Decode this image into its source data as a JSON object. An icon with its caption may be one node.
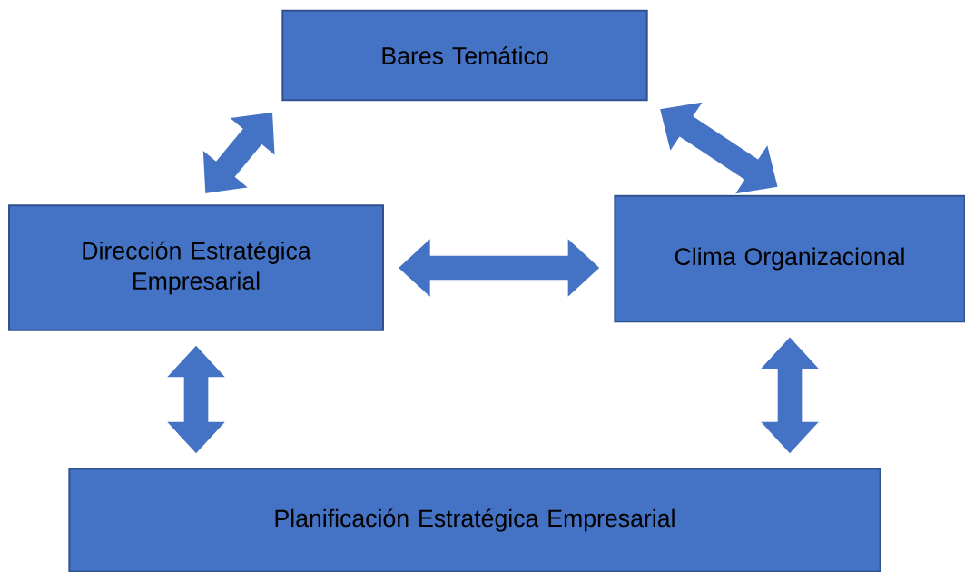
{
  "diagram": {
    "nodes": [
      {
        "text": [
          "Bares Temático"
        ]
      },
      {
        "text": [
          "Dirección Estratégica Empresarial"
        ]
      },
      {
        "text": [
          "Clima Organizacional"
        ]
      },
      {
        "text": [
          "Planificación Estratégica Empresarial"
        ]
      }
    ],
    "edges": [
      {
        "from": 1,
        "to": 0,
        "arrow": "both"
      },
      {
        "from": 0,
        "to": 2,
        "arrow": "both"
      },
      {
        "from": 1,
        "to": 2,
        "arrow": "both"
      },
      {
        "from": 1,
        "to": 3,
        "arrow": "both"
      },
      {
        "from": 2,
        "to": 3,
        "arrow": "both"
      }
    ]
  }
}
